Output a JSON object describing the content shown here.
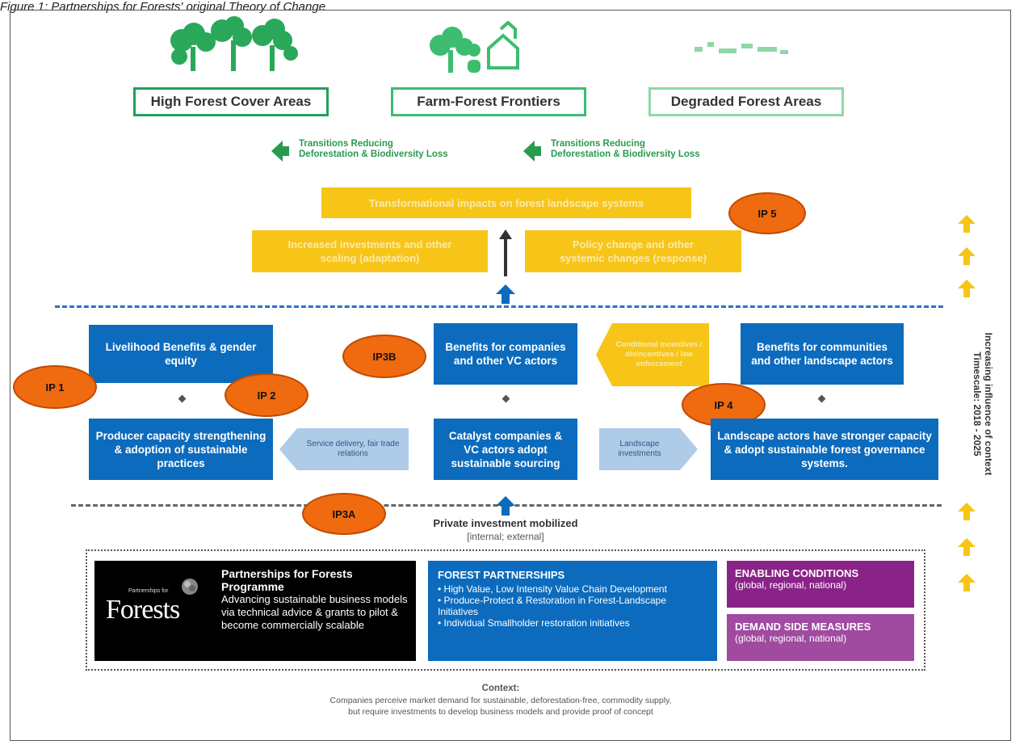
{
  "caption": "Figure 1: Partnerships for Forests' original Theory of Change",
  "areas": [
    "High Forest Cover Areas",
    "Farm-Forest Frontiers",
    "Degraded Forest Areas"
  ],
  "transitions": [
    {
      "line1": "Transitions Reducing",
      "line2": "Deforestation & Biodiversity Loss"
    },
    {
      "line1": "Transitions Reducing",
      "line2": "Deforestation & Biodiversity Loss"
    }
  ],
  "impacts": {
    "top": "Transformational impacts on forest landscape systems",
    "left": "Increased investments and other scaling (adaptation)",
    "right": "Policy change and other systemic changes (response)"
  },
  "ip_labels": {
    "ip1": "IP 1",
    "ip2": "IP 2",
    "ip3a": "IP3A",
    "ip3b": "IP3B",
    "ip4": "IP 4",
    "ip5": "IP 5"
  },
  "outcomes": {
    "livelihood": "Livelihood Benefits & gender equity",
    "companies": "Benefits for companies and other VC actors",
    "communities": "Benefits for communities and other landscape actors",
    "conditional": "Conditional incentives / disincentives / law enforcement"
  },
  "outputs": {
    "producer": "Producer capacity strengthening & adoption of sustainable practices",
    "catalyst": "Catalyst companies & VC actors adopt sustainable sourcing",
    "landscape": "Landscape actors have stronger capacity & adopt sustainable forest governance systems.",
    "service": "Service delivery, fair trade relations",
    "landscape_inv": "Landscape investments"
  },
  "private_investment": {
    "title": "Private investment mobilized",
    "sub": "[internal; external]"
  },
  "side_label": {
    "line1": "Increasing influence of context",
    "line2": "Timescale: 2018 - 2025"
  },
  "programme": {
    "logo_small": "Partnerships for",
    "logo_big": "Forests",
    "title": "Partnerships for Forests Programme",
    "desc": "Advancing sustainable business models via technical advice & grants to pilot & become commercially scalable"
  },
  "forest_partnerships": {
    "title": "FOREST PARTNERSHIPS",
    "items": [
      "• High Value, Low Intensity Value Chain Development",
      "• Produce-Protect & Restoration in Forest-Landscape Initiatives",
      "• Individual Smallholder restoration initiatives"
    ]
  },
  "enabling": {
    "title": "ENABLING CONDITIONS",
    "sub": "(global, regional, national)"
  },
  "demand": {
    "title": "DEMAND SIDE MEASURES",
    "sub": "(global, regional, national)"
  },
  "context": {
    "title": "Context:",
    "line1": "Companies perceive market demand for sustainable, deforestation-free, commodity supply,",
    "line2": "but require investments to develop business models and provide proof of concept"
  },
  "colors": {
    "green": "#22a05a",
    "yellow": "#f7c518",
    "blue": "#0c6bbd",
    "orange": "#f06a10",
    "purple": "#8a2388"
  }
}
